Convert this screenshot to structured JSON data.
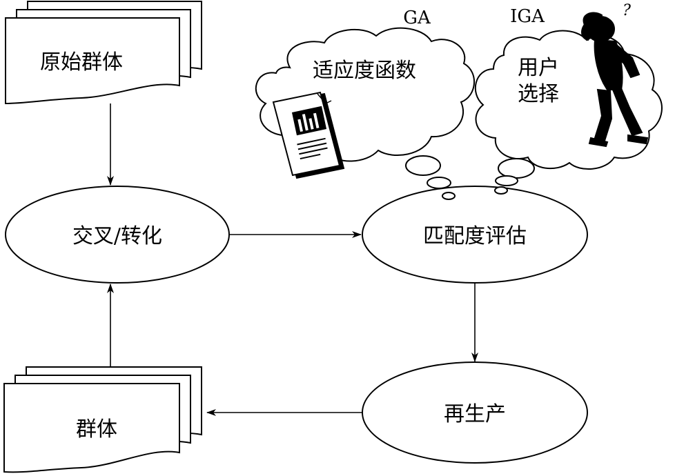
{
  "nodes": {
    "initial_population": "原始群体",
    "crossover": "交叉/转化",
    "fitness_eval": "匹配度评估",
    "reproduction": "再生产",
    "population": "群体"
  },
  "clouds": {
    "ga_label": "GA",
    "iga_label": "IGA",
    "fitness_function": "适应度函数",
    "user_select_line1": "用户",
    "user_select_line2": "选择",
    "question_mark": "?"
  },
  "colors": {
    "ink": "#000000",
    "paper": "#ffffff"
  }
}
